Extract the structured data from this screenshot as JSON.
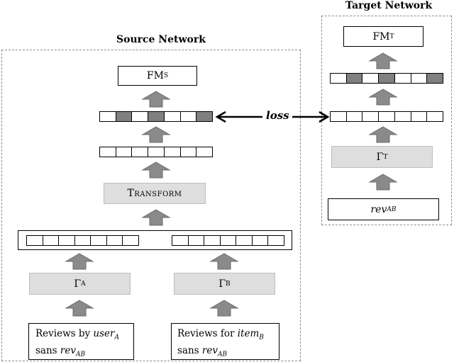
{
  "source": {
    "title": "Source Network",
    "fm": {
      "main": "FM",
      "sub": "S"
    },
    "transform": "Transform",
    "gamma_a": {
      "main": "Γ",
      "sub": "A"
    },
    "gamma_b": {
      "main": "Γ",
      "sub": "B"
    },
    "reviews_user": {
      "line1_prefix": "Reviews by ",
      "line1_var": "user",
      "line1_sub": "A",
      "line2_prefix": "sans ",
      "line2_var": "rev",
      "line2_sub": "AB"
    },
    "reviews_item": {
      "line1_prefix": "Reviews for ",
      "line1_var": "item",
      "line1_sub": "B",
      "line2_prefix": "sans ",
      "line2_var": "rev",
      "line2_sub": "AB"
    },
    "top_vector_dark": [
      false,
      true,
      false,
      true,
      false,
      false,
      true
    ],
    "mid_vector_dark": [
      false,
      false,
      false,
      false,
      false,
      false,
      false
    ],
    "concat_left_cells": 7,
    "concat_right_cells": 7
  },
  "target": {
    "title": "Target Network",
    "fm": {
      "main": "FM",
      "sub": "T"
    },
    "gamma_t": {
      "main": "Γ",
      "sub": "T"
    },
    "rev": {
      "var": "rev",
      "sub": "AB"
    },
    "top_vector_dark": [
      false,
      true,
      false,
      true,
      false,
      false,
      true
    ],
    "mid_vector_dark": [
      false,
      false,
      false,
      false,
      false,
      false,
      false
    ]
  },
  "loss_label": "loss"
}
